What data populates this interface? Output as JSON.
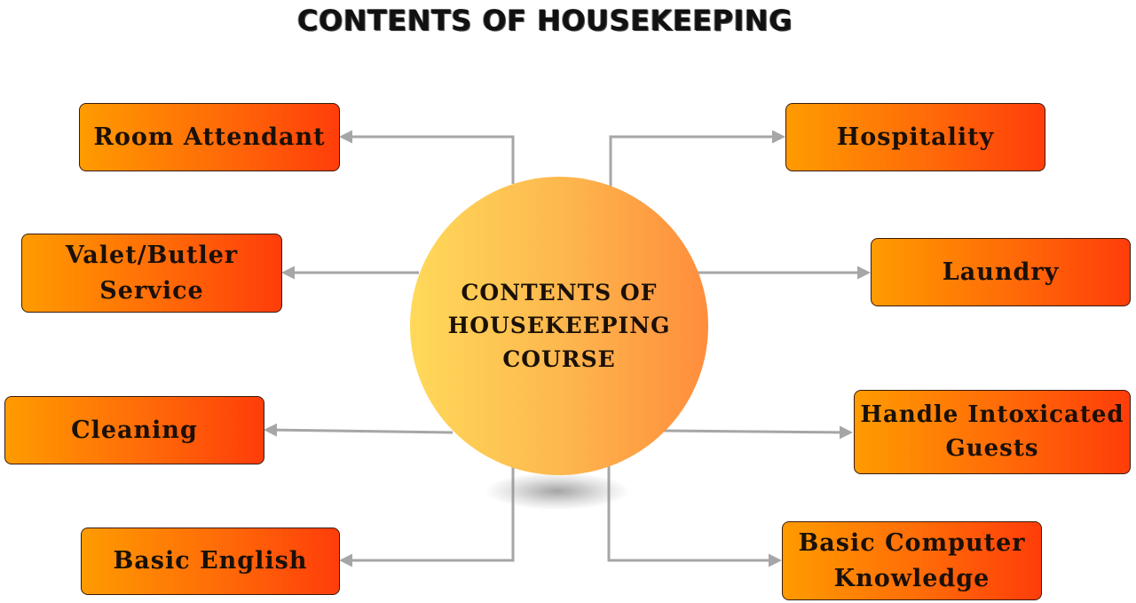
{
  "title": "CONTENTS OF HOUSEKEEPING",
  "hub": {
    "label": "CONTENTS OF HOUSEKEEPING COURSE"
  },
  "left_nodes": [
    {
      "label": "Room Attendant"
    },
    {
      "label": "Valet/Butler Service"
    },
    {
      "label": "Cleaning"
    },
    {
      "label": "Basic English"
    }
  ],
  "right_nodes": [
    {
      "label": "Hospitality"
    },
    {
      "label": "Laundry"
    },
    {
      "label": "Handle Intoxicated Guests"
    },
    {
      "label": "Basic Computer Knowledge"
    }
  ],
  "colors": {
    "node_gradient_start": "#ff9b00",
    "node_gradient_end": "#ff3d0a",
    "hub_gradient_start": "#ffd95a",
    "hub_gradient_end": "#ff8d3c",
    "connector": "#a6a6a6"
  }
}
